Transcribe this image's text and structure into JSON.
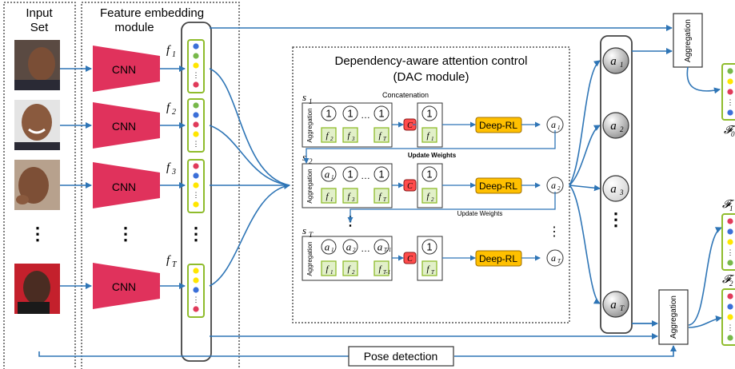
{
  "input_set": {
    "title_line1": "Input",
    "title_line2": "Set"
  },
  "embedding": {
    "title_line1": "Feature embedding",
    "title_line2": "module",
    "cnn_label": "CNN"
  },
  "features": {
    "f1": "f",
    "f2": "f",
    "f3": "f",
    "fT": "f",
    "sub1": "1",
    "sub2": "2",
    "sub3": "3",
    "subT": "T"
  },
  "dac": {
    "title_line1": "Dependency-aware attention control",
    "title_line2": "(DAC module)",
    "concatenation": "Concatenation",
    "aggregation": "Aggregation",
    "update_weights_bold": "Update Weights",
    "update_weights": "Update Weights",
    "deep_rl": "Deep-RL",
    "c_label": "C",
    "one": "1",
    "ellipsis": "…",
    "s_labels": [
      "s",
      "s",
      "s"
    ],
    "s_subs": [
      "1",
      "2",
      "T"
    ],
    "a_labels": [
      "a",
      "a",
      "a"
    ],
    "a_subs": [
      "1",
      "2",
      "T"
    ]
  },
  "right": {
    "aggregation": "Aggregation",
    "attention_labels": [
      "a",
      "a",
      "a",
      "a"
    ],
    "attention_subs": [
      "1",
      "2",
      "3",
      "T"
    ],
    "output_labels": [
      "𝓕",
      "𝓕",
      "𝓕"
    ],
    "output_subs": [
      "0",
      "1",
      "2"
    ]
  },
  "pose_detection": "Pose detection",
  "colors": {
    "cnn": "#e0325c",
    "deep_rl": "#ffc000",
    "c_box": "#ff4b4b",
    "feature_border": "#8fbc2c",
    "arrow": "#2e75b6",
    "dot_blue": "#3b6fd8",
    "dot_green": "#77b84a",
    "dot_yellow": "#ffe600",
    "dot_red": "#e03a5a"
  }
}
